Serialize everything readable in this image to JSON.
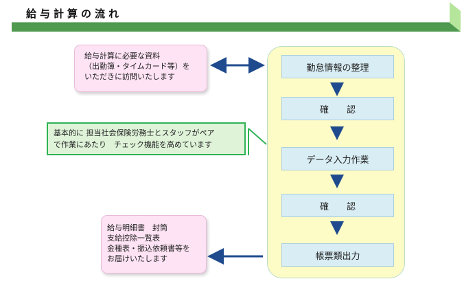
{
  "title": "給与計算の流れ",
  "colors": {
    "banner_green": "#6ab06a",
    "panel_yellow": "#fdfbc6",
    "step_blue": "#d9edf4",
    "arrow_navy": "#1f4b8e",
    "note_pink": "#fde3f4",
    "note_green_fill": "#dff3d9",
    "note_green_border": "#2fb355"
  },
  "flow": {
    "steps": [
      "勤怠情報の整理",
      "確　　認",
      "データ入力作業",
      "確　　認",
      "帳票類出力"
    ]
  },
  "notes": {
    "top": {
      "lines": [
        "給与計算に必要な資料",
        "（出勤簿・タイムカード等）を",
        "いただきに訪問いたします"
      ]
    },
    "middle": {
      "lines": [
        "基本的に 担当社会保険労務士とスタッフがペア",
        "で作業にあたり　チェック機能を高めています"
      ]
    },
    "bottom": {
      "lines": [
        "給与明細書　封筒",
        "支給控除一覧表",
        "金種表・振込依頼書等を",
        "お届けいたします"
      ]
    }
  }
}
